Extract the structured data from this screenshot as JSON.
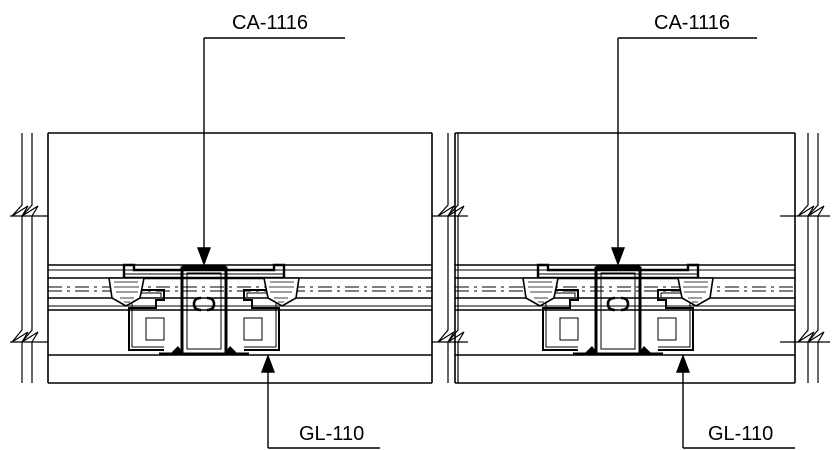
{
  "drawing": {
    "ink_color": "#000000",
    "background_color": "#ffffff",
    "details": [
      {
        "top_callout": "CA-1116",
        "bottom_callout": "GL-110"
      },
      {
        "top_callout": "CA-1116",
        "bottom_callout": "GL-110"
      }
    ]
  }
}
